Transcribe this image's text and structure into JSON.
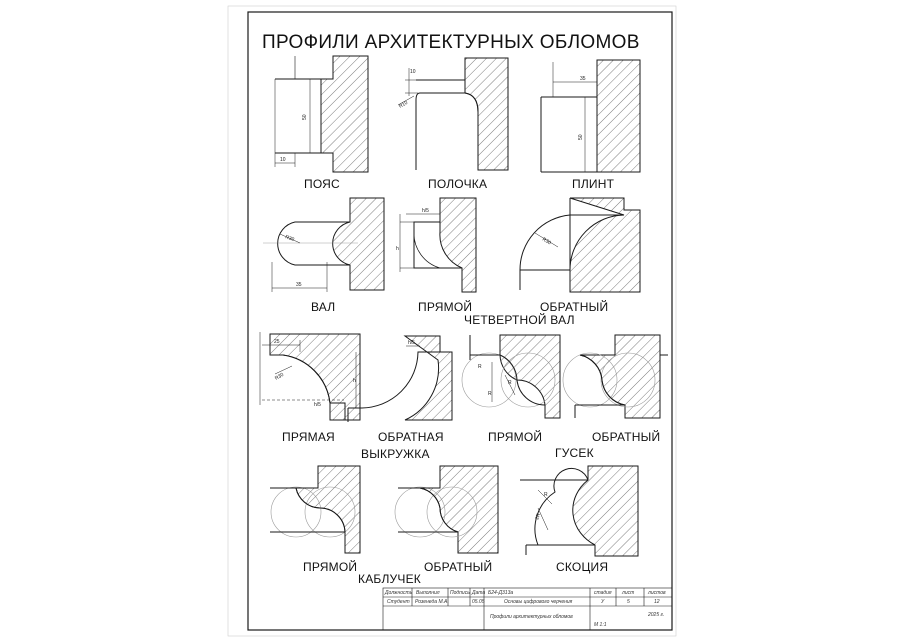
{
  "title": "ПРОФИЛИ АРХИТЕКТУРНЫХ ОБЛОМОВ",
  "captions": {
    "poyas": "ПОЯС",
    "polochka": "ПОЛОЧКА",
    "plint": "ПЛИНТ",
    "val": "ВАЛ",
    "pryamoy_1": "ПРЯМОЙ",
    "obratny_1": "ОБРАТНЫЙ",
    "chetvertnoy_val": "ЧЕТВЕРТНОЙ ВАЛ",
    "pryamaya": "ПРЯМАЯ",
    "obratnaya": "ОБРАТНАЯ",
    "vykruzhka": "ВЫКРУЖКА",
    "pryamoy_2": "ПРЯМОЙ",
    "obratny_2": "ОБРАТНЫЙ",
    "gusek": "ГУСЕК",
    "pryamoy_3": "ПРЯМОЙ",
    "obratny_3": "ОБРАТНЫЙ",
    "kabluchek": "КАБЛУЧЕК",
    "skociya": "СКОЦИЯ"
  },
  "dimensions": {
    "poyas_height": "50",
    "poyas_width": "10",
    "polochka_top": "10",
    "polochka_radius": "R10",
    "plint_width": "35",
    "plint_height": "50",
    "val_radius": "R30",
    "val_width": "35",
    "chetv_h5": "h/5",
    "chetv_h": "h",
    "chetv_radius": "R30",
    "vykr_width": "25",
    "vykr_radius": "R30",
    "vykr_h5a": "h/5",
    "vykr_h5b": "h/5",
    "vykr_h": "h",
    "gusek_r1": "R",
    "gusek_r2": "R",
    "gusek_r3": "R",
    "skociya_r1": "R",
    "skociya_r2": "2R"
  },
  "stamp": {
    "h_role": "Должность",
    "h_name": "Выполнил",
    "h_sign": "Подпись",
    "h_date": "Дата",
    "role": "Студент",
    "name": "Розенеда М.А.",
    "date": "05.05",
    "code": "Б24-Д313а",
    "subject": "Основы цифрового черчения",
    "h_stage": "стадия",
    "h_sheet": "лист",
    "h_sheets": "листов",
    "stage": "У",
    "sheet": "5",
    "sheets": "12",
    "drawing": "Профили архитектурных обломов",
    "year": "2025 г.",
    "scale": "М 1:1"
  },
  "colors": {
    "line": "#1a1a1a",
    "hatch": "#444444",
    "construction": "#9a9a9a"
  }
}
